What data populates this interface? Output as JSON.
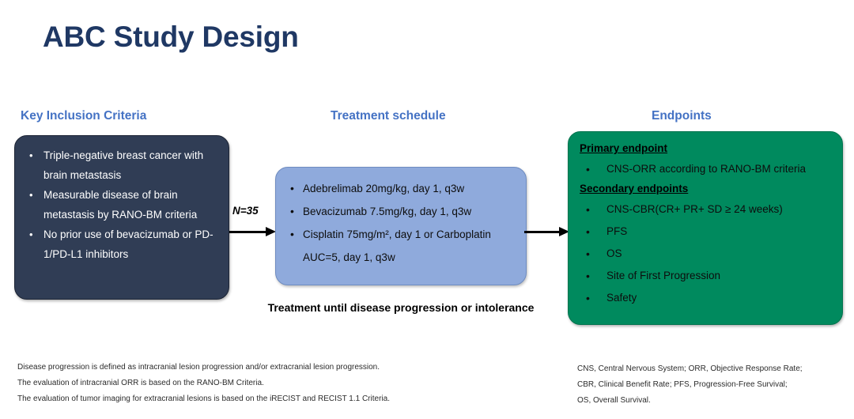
{
  "slide": {
    "title": "ABC Study Design"
  },
  "colors": {
    "title": "#1F3864",
    "header": "#4472C4",
    "inclusion_box": "#303D55",
    "treatment_box": "#8FAADC",
    "endpoints_box": "#008A5E",
    "arrow": "#000000"
  },
  "headers": {
    "inclusion": "Key Inclusion Criteria",
    "treatment": "Treatment schedule",
    "endpoints": "Endpoints"
  },
  "inclusion_criteria": {
    "items": [
      "Triple-negative breast cancer with brain metastasis",
      "Measurable disease of brain metastasis by RANO-BM criteria",
      "No prior use of bevacizumab or PD-1/PD-L1 inhibitors"
    ]
  },
  "treatment_schedule": {
    "items": [
      "Adebrelimab 20mg/kg, day 1, q3w",
      "Bevacizumab 7.5mg/kg, day 1, q3w",
      "Cisplatin 75mg/m², day 1 or Carboplatin AUC=5, day 1, q3w"
    ],
    "caption": "Treatment until disease progression or intolerance"
  },
  "endpoints": {
    "primary_title": "Primary endpoint",
    "primary_items": [
      "CNS-ORR according to RANO-BM criteria"
    ],
    "secondary_title": "Secondary endpoints",
    "secondary_items": [
      "CNS-CBR(CR+ PR+ SD ≥ 24 weeks)",
      "PFS",
      "OS",
      "Site of First Progression",
      "Safety"
    ]
  },
  "arrows": {
    "enrollment_label": "N=35"
  },
  "footnotes_left": [
    "Disease progression is defined as intracranial lesion progression  and/or extracranial lesion progression.",
    "The evaluation of intracranial ORR is based on the RANO-BM Criteria.",
    "The evaluation of tumor imaging for extracranial lesions is based on the iRECIST and RECIST 1.1 Criteria."
  ],
  "footnotes_right": [
    "CNS, Central Nervous System;  ORR, Objective Response Rate;",
    "CBR, Clinical Benefit Rate; PFS, Progression-Free Survival;",
    "OS, Overall Survival."
  ],
  "bullet_glyph": "•"
}
